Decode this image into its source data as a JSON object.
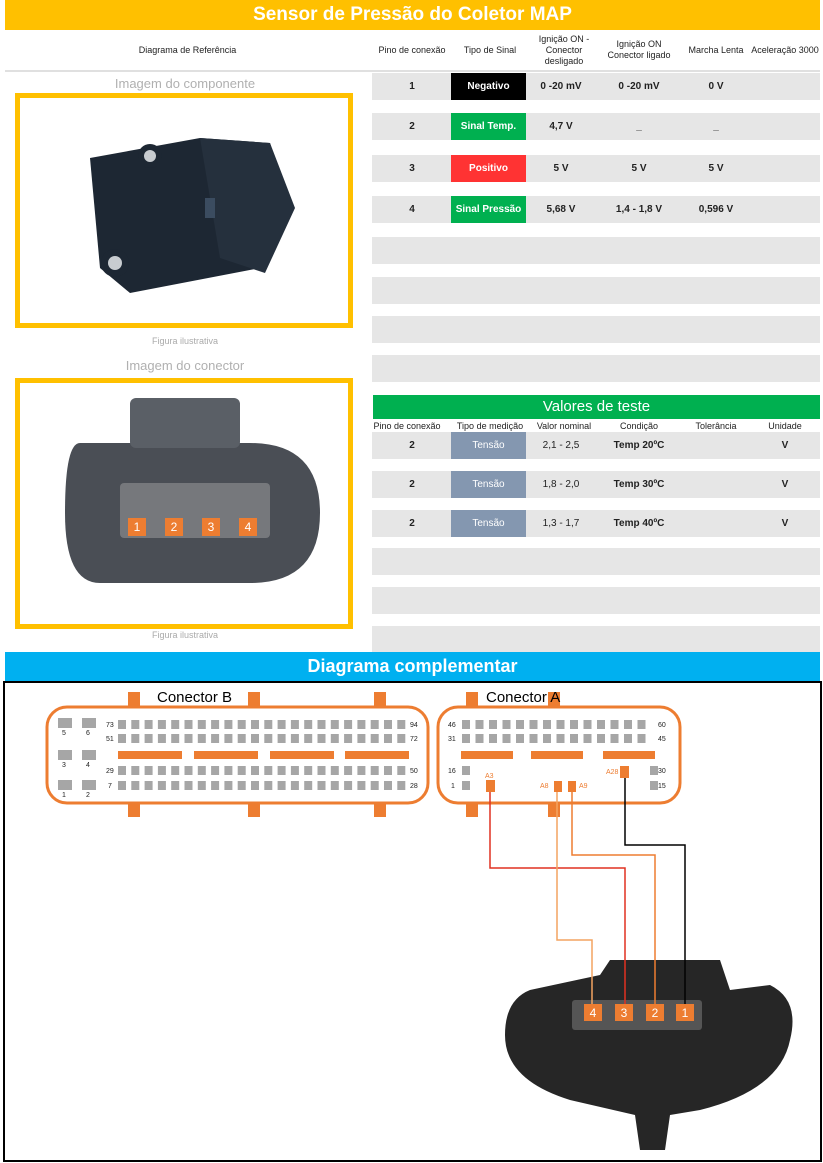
{
  "title": "Sensor de Pressão do Coletor MAP",
  "headers": {
    "ref": "Diagrama de Referência",
    "pin": "Pino de conexão",
    "type": "Tipo de Sinal",
    "ign_off": "Ignição ON - Conector desligado",
    "ign_on": "Ignição ON Conector ligado",
    "idle": "Marcha Lenta",
    "accel": "Aceleração 3000"
  },
  "left": {
    "component_caption": "Imagem do componente",
    "component_note": "Figura ilustrativa",
    "connector_caption": "Imagem do conector",
    "connector_note": "Figura ilustrativa",
    "connector_pins": [
      "1",
      "2",
      "3",
      "4"
    ]
  },
  "pins": [
    {
      "pin": "1",
      "type": "Negativo",
      "color": "#000000",
      "ign_off": "0 -20 mV",
      "ign_on": "0 -20 mV",
      "idle": "0 V",
      "accel": ""
    },
    {
      "pin": "2",
      "type": "Sinal Temp.",
      "color": "#00b050",
      "ign_off": "4,7 V",
      "ign_on": "_",
      "idle": "_",
      "accel": ""
    },
    {
      "pin": "3",
      "type": "Positivo",
      "color": "#ff3333",
      "ign_off": "5 V",
      "ign_on": "5 V",
      "idle": "5 V",
      "accel": ""
    },
    {
      "pin": "4",
      "type": "Sinal Pressão",
      "color": "#00b050",
      "ign_off": "5,68 V",
      "ign_on": "1,4 - 1,8 V",
      "idle": "0,596 V",
      "accel": ""
    }
  ],
  "tests": {
    "title": "Valores de teste",
    "headers": {
      "pin": "Pino de conexão",
      "type": "Tipo de medição",
      "nominal": "Valor nominal",
      "cond": "Condição",
      "tol": "Tolerância",
      "unit": "Unidade"
    },
    "rows": [
      {
        "pin": "2",
        "type": "Tensão",
        "nominal": "2,1 - 2,5",
        "cond": "Temp 20ºC",
        "tol": "",
        "unit": "V"
      },
      {
        "pin": "2",
        "type": "Tensão",
        "nominal": "1,8 - 2,0",
        "cond": "Temp 30ºC",
        "tol": "",
        "unit": "V"
      },
      {
        "pin": "2",
        "type": "Tensão",
        "nominal": "1,3 - 1,7",
        "cond": "Temp 40ºC",
        "tol": "",
        "unit": "V"
      }
    ]
  },
  "diagram": {
    "title": "Diagrama complementar",
    "conn_b": "Conector B",
    "conn_a": "Conector A",
    "b_labels": [
      "5",
      "6",
      "3",
      "4",
      "1",
      "2",
      "73",
      "51",
      "29",
      "7",
      "94",
      "72",
      "50",
      "28"
    ],
    "a_labels": [
      "46",
      "31",
      "16",
      "1",
      "60",
      "45",
      "30",
      "15"
    ],
    "a_pins": [
      "A3",
      "A8",
      "A9",
      "A28"
    ],
    "sensor_pins": [
      "4",
      "3",
      "2",
      "1"
    ]
  }
}
